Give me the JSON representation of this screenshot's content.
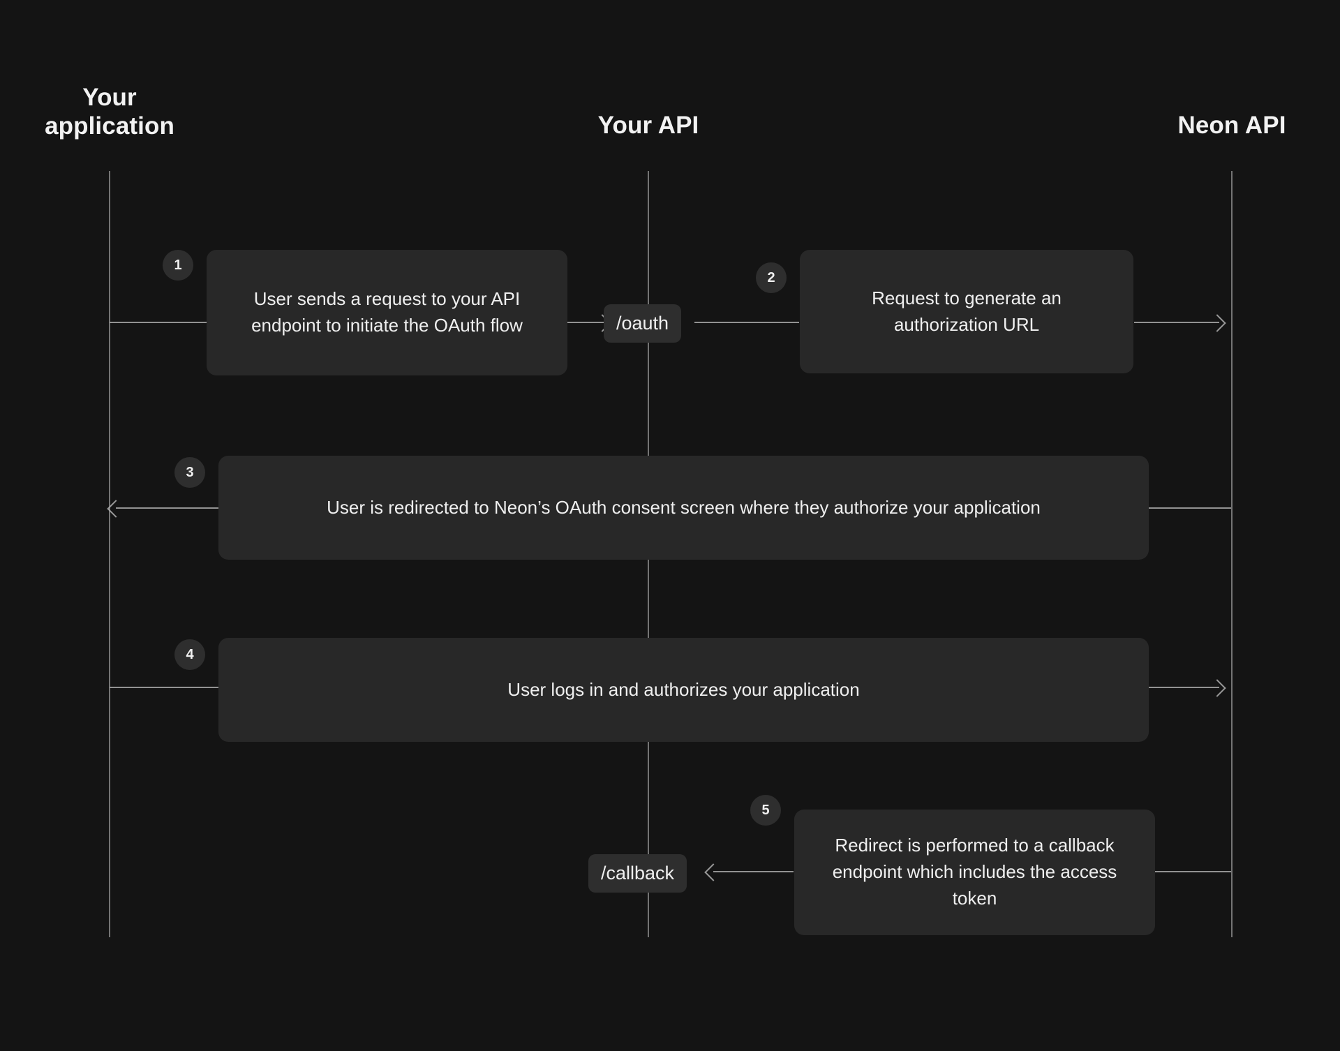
{
  "diagram": {
    "title": "Neon OAuth flow sequence diagram",
    "background_color": "#141414",
    "box_color": "#282828",
    "pill_color": "#2e2e2e",
    "line_color": "#a8a8a8",
    "text_color": "#efefef"
  },
  "participants": [
    {
      "id": "your-application",
      "label": "Your\napplication"
    },
    {
      "id": "your-api",
      "label": "Your API"
    },
    {
      "id": "neon-api",
      "label": "Neon API"
    }
  ],
  "endpoints": [
    {
      "id": "oauth",
      "label": "/oauth"
    },
    {
      "id": "callback",
      "label": "/callback"
    }
  ],
  "steps": [
    {
      "number": "1",
      "text": "User sends a request to your API endpoint to initiate the OAuth flow",
      "from": "your-application",
      "to": "your-api"
    },
    {
      "number": "2",
      "text": "Request to generate an authorization URL",
      "from": "your-api",
      "to": "neon-api"
    },
    {
      "number": "3",
      "text": "User is redirected to Neon’s OAuth consent screen where they authorize your application",
      "from": "neon-api",
      "to": "your-application"
    },
    {
      "number": "4",
      "text": "User logs in and authorizes your application",
      "from": "your-application",
      "to": "neon-api"
    },
    {
      "number": "5",
      "text": "Redirect is performed to a callback endpoint which includes the access token",
      "from": "neon-api",
      "to": "your-api"
    }
  ]
}
